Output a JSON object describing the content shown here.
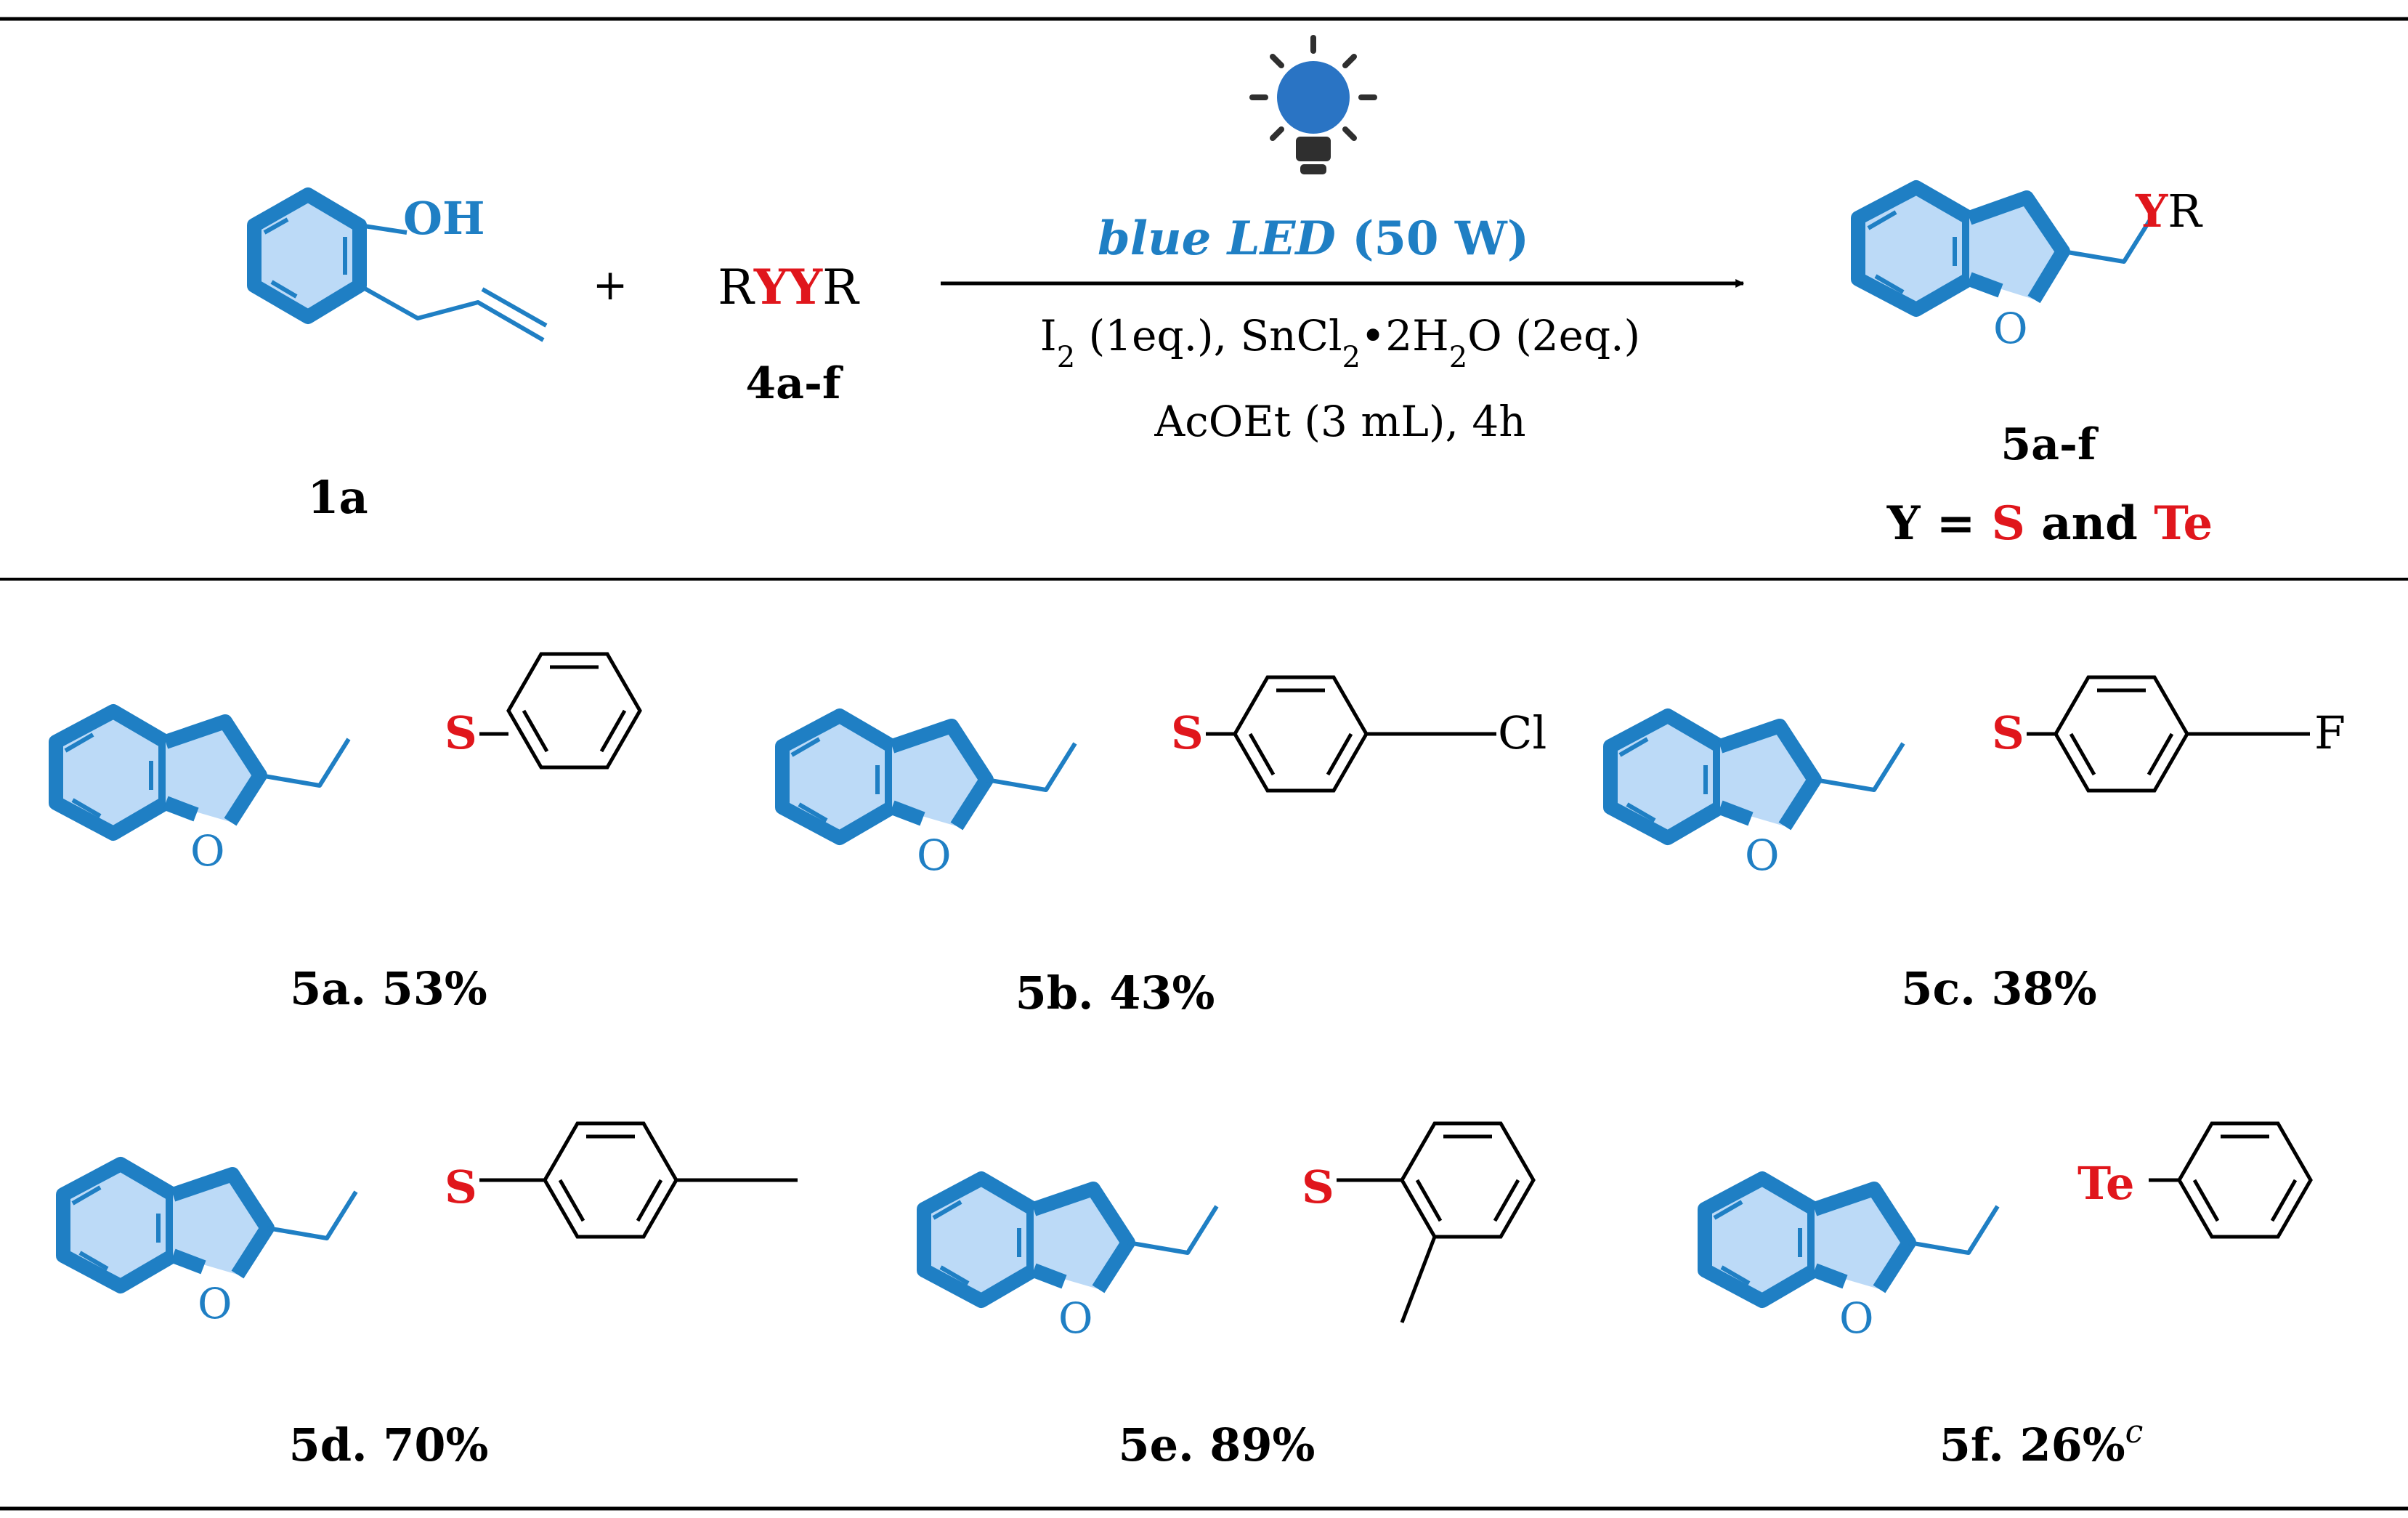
{
  "scheme": {
    "colors": {
      "blue": "#1f7fc4",
      "blue_fill": "#bcdaf7",
      "red": "#e0161c",
      "black": "#000000",
      "bulb": "#2a74c4"
    },
    "reactant1": {
      "label": "1a",
      "oh": "OH"
    },
    "plus": "+",
    "reactant2": {
      "r1": "R",
      "y1": "Y",
      "y2": "Y",
      "r2": "R",
      "label": "4a-f"
    },
    "conditions": {
      "light_italic": "blue LED",
      "light_power": "(50 W)",
      "reagents": {
        "i": "I",
        "i_sub": "2",
        "i_rest": " (1eq.), SnCl",
        "cl_sub": "2",
        "dot": "•2H",
        "h_sub": "2",
        "tail": "O (2eq.)"
      },
      "solvent_time": "AcOEt (3 mL), 4h",
      "icon": "light-bulb-icon"
    },
    "product": {
      "y": "Y",
      "r": "R",
      "o": "O",
      "label": "5a-f",
      "y_def": {
        "prefix": "Y = ",
        "s": "S",
        "mid": " and ",
        "te": "Te"
      }
    }
  },
  "examples": [
    {
      "id": "5a",
      "heteroatom": "S",
      "aryl": "phenyl",
      "substituent": "",
      "yield_label": "5a. 53%",
      "footnote": ""
    },
    {
      "id": "5b",
      "heteroatom": "S",
      "aryl": "4-chlorophenyl",
      "substituent": "Cl",
      "yield_label": "5b. 43%",
      "footnote": ""
    },
    {
      "id": "5c",
      "heteroatom": "S",
      "aryl": "4-fluorophenyl",
      "substituent": "F",
      "yield_label": "5c. 38%",
      "footnote": ""
    },
    {
      "id": "5d",
      "heteroatom": "S",
      "aryl": "4-methylphenyl",
      "substituent": "",
      "yield_label": "5d. 70%",
      "footnote": ""
    },
    {
      "id": "5e",
      "heteroatom": "S",
      "aryl": "2-methylphenyl",
      "substituent": "",
      "yield_label": "5e. 89%",
      "footnote": ""
    },
    {
      "id": "5f",
      "heteroatom": "Te",
      "aryl": "phenyl",
      "substituent": "",
      "yield_label": "5f. 26%",
      "footnote": "c"
    }
  ]
}
